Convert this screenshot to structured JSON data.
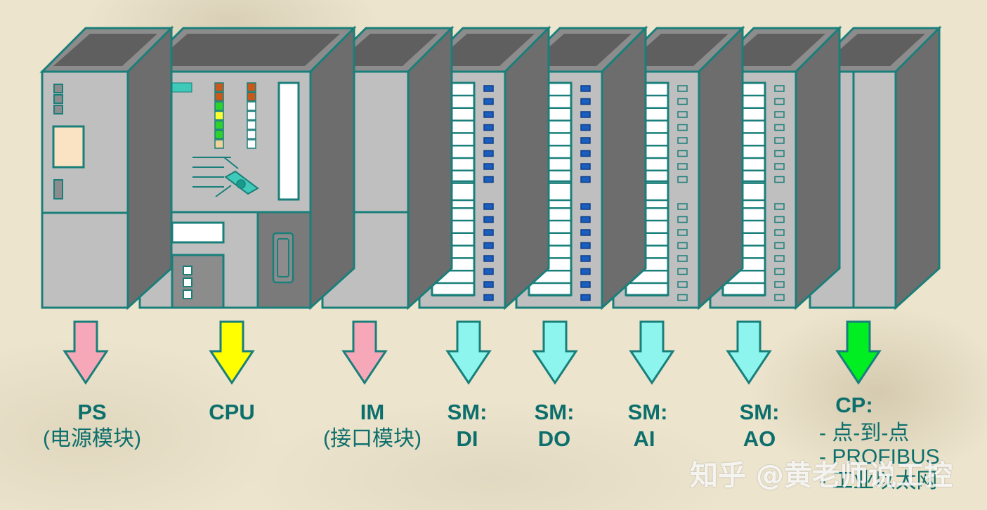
{
  "modules": [
    {
      "id": "ps",
      "title": "PS",
      "subtitle": "(电源模块)",
      "arrow_color": "#f7a8b8"
    },
    {
      "id": "cpu",
      "title": "CPU",
      "subtitle": "",
      "arrow_color": "#ffff00"
    },
    {
      "id": "im",
      "title": "IM",
      "subtitle": "(接口模块)",
      "arrow_color": "#f7a8b8"
    },
    {
      "id": "di",
      "title": "SM:",
      "subtitle": "DI",
      "arrow_color": "#8ef5ee"
    },
    {
      "id": "do",
      "title": "SM:",
      "subtitle": "DO",
      "arrow_color": "#8ef5ee"
    },
    {
      "id": "ai",
      "title": "SM:",
      "subtitle": "AI",
      "arrow_color": "#8ef5ee"
    },
    {
      "id": "ao",
      "title": "SM:",
      "subtitle": "AO",
      "arrow_color": "#8ef5ee"
    },
    {
      "id": "cp",
      "title": "CP:",
      "subtitle": "",
      "arrow_color": "#00ee22"
    }
  ],
  "cp_options": [
    "- 点-到-点",
    "- PROFIBUS",
    "- 工业以太网"
  ],
  "watermark": "知乎 @黄老师说工控",
  "colors": {
    "teal_outline": "#1a7f7a",
    "module_gray": "#bfbfbf",
    "dark_side": "#6d6d6d",
    "top_face": "#8c8c8c",
    "led_blue": "#1a5fbf"
  }
}
